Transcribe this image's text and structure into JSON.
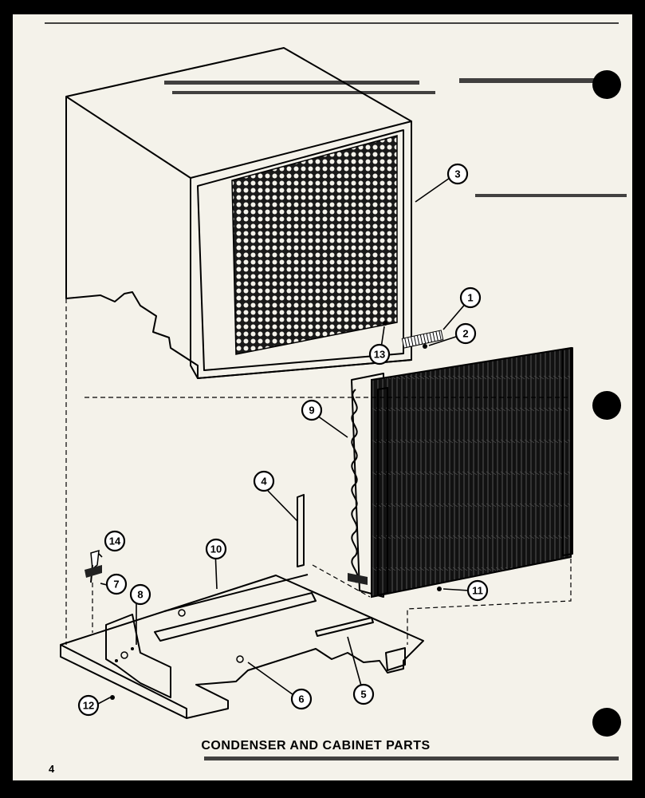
{
  "title": "CONDENSER AND CABINET PARTS",
  "page_number": "4",
  "callouts": [
    "1",
    "2",
    "3",
    "4",
    "5",
    "6",
    "7",
    "8",
    "9",
    "10",
    "11",
    "12",
    "13",
    "14"
  ],
  "parts": {
    "cabinet": "cabinet-icon",
    "grille": "grille-icon",
    "condenser": "condenser-coil-icon",
    "base": "base-pan-icon"
  },
  "colors": {
    "paper": "#f4f2ea",
    "ink": "#000000",
    "frame": "#000000"
  }
}
